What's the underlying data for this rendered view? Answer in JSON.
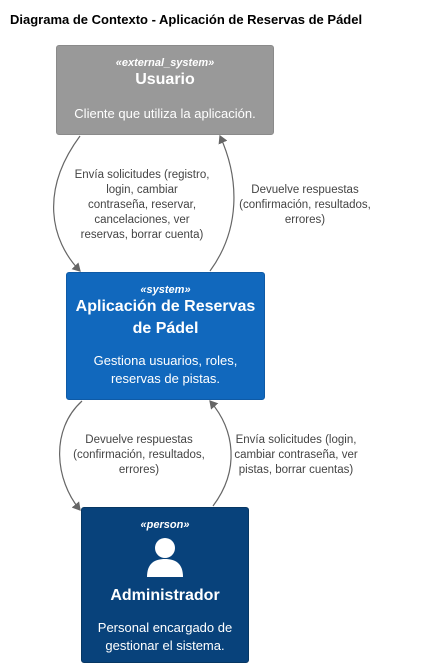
{
  "title": "Diagrama de Contexto - Aplicación de Reservas de Pádel",
  "nodes": {
    "usuario": {
      "stereotype": "«external_system»",
      "name": "Usuario",
      "description": "Cliente que utiliza la aplicación."
    },
    "app": {
      "stereotype": "«system»",
      "name_line1": "Aplicación de Reservas",
      "name_line2": "de Pádel",
      "desc_line1": "Gestiona usuarios, roles,",
      "desc_line2": "reservas de pistas."
    },
    "admin": {
      "stereotype": "«person»",
      "icon": "person-icon",
      "name": "Administrador",
      "desc_line1": "Personal encargado de",
      "desc_line2": "gestionar el sistema."
    }
  },
  "edges": {
    "usuario_to_app": {
      "lines": [
        "Envía solicitudes (registro,",
        "login, cambiar",
        "contraseña, reservar,",
        "cancelaciones, ver",
        "reservas, borrar cuenta)"
      ]
    },
    "app_to_usuario": {
      "lines": [
        "Devuelve respuestas",
        "(confirmación, resultados,",
        "errores)"
      ]
    },
    "app_to_admin": {
      "lines": [
        "Devuelve respuestas",
        "(confirmación, resultados,",
        "errores)"
      ]
    },
    "admin_to_app": {
      "lines": [
        "Envía solicitudes (login,",
        "cambiar contraseña, ver",
        "pistas, borrar cuentas)"
      ]
    }
  },
  "colors": {
    "external_system": "#999999",
    "system": "#1168bd",
    "person": "#08427b",
    "edge": "#666666"
  }
}
